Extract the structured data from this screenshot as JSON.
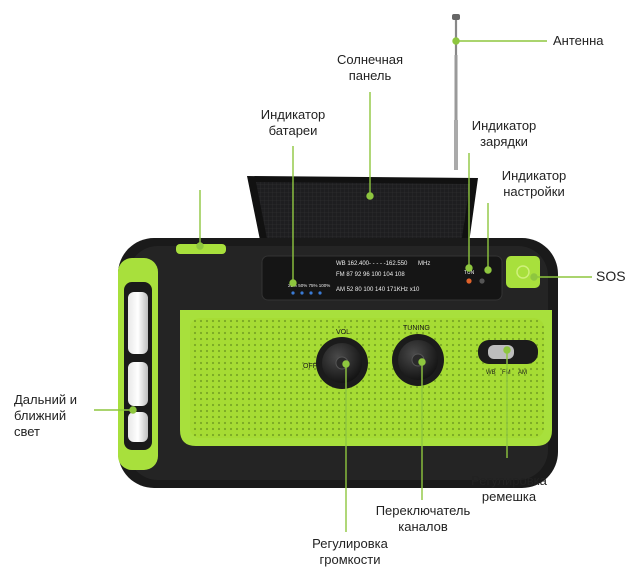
{
  "labels": {
    "antenna": "Антенна",
    "solar": [
      "Солнечная",
      "панель"
    ],
    "battery": [
      "Индикатор",
      "батареи"
    ],
    "charge": [
      "Индикатор",
      "зарядки"
    ],
    "tuning_ind": [
      "Индикатор",
      "настройки"
    ],
    "sos": "SOS",
    "light": [
      "Дальний и",
      "ближний",
      "свет"
    ],
    "strap": [
      "Регулировка",
      "ремешка"
    ],
    "channels": [
      "Переключатель",
      "каналов"
    ],
    "volume": [
      "Регулировка",
      "громкости"
    ]
  },
  "device": {
    "band_wb": "WB 162.400- - - - -162.550",
    "band_wb_unit": "MHz",
    "band_fm": "FM  87  92  96  100 104 108",
    "band_am": "AM  52  80  100  140  171KHz x10",
    "battery_scale": "25% 50% 75% 100%",
    "tun_label": "TUN",
    "vol_label": "VOL",
    "off_label": "OFF",
    "tuning_label": "TUNING",
    "switch_labels": [
      "WB",
      "FM",
      "AM"
    ]
  },
  "colors": {
    "accent_green": "#9acd32",
    "body_green": "#a8e03c",
    "leader_line": "#8ec63f"
  }
}
